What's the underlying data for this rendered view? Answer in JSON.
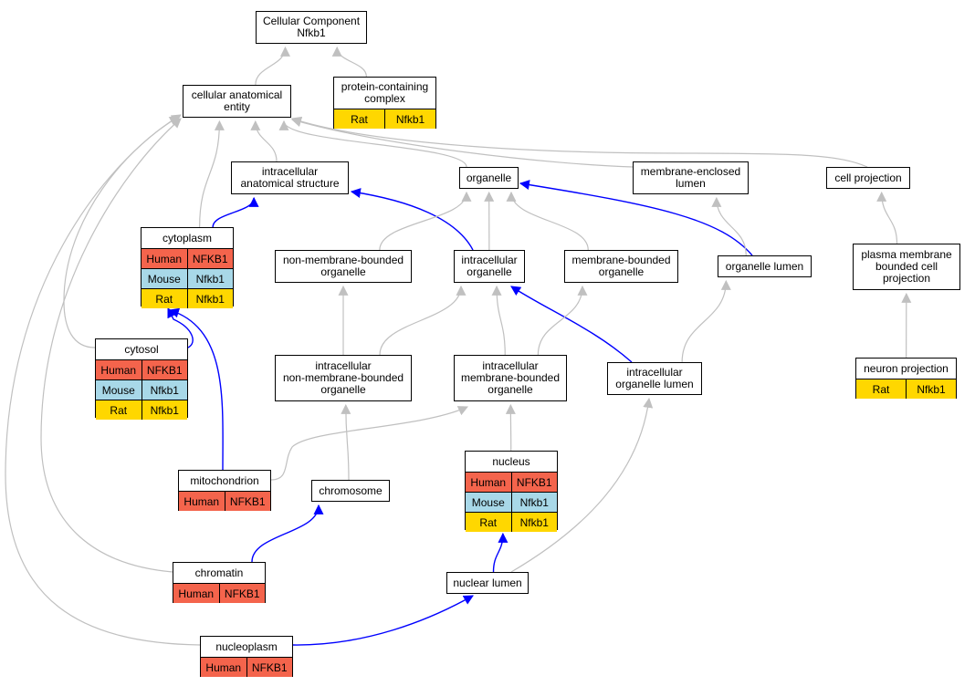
{
  "colors": {
    "Human": "#f4644c",
    "Mouse": "#a8d8e8",
    "Rat": "#ffd700",
    "edge_default": "#c0c0c0",
    "edge_highlight": "#0000ff"
  },
  "nodes": {
    "root": {
      "title": "Cellular Component\nNfkb1",
      "rows": []
    },
    "cellular_anatomical_entity": {
      "title": "cellular anatomical\nentity",
      "rows": []
    },
    "protein_containing_complex": {
      "title": "protein-containing\ncomplex",
      "rows": [
        {
          "species": "Rat",
          "gene": "Nfkb1"
        }
      ]
    },
    "intracellular_anatomical_structure": {
      "title": "intracellular\nanatomical structure",
      "rows": []
    },
    "organelle": {
      "title": "organelle",
      "rows": []
    },
    "membrane_enclosed_lumen": {
      "title": "membrane-enclosed\nlumen",
      "rows": []
    },
    "cell_projection": {
      "title": "cell projection",
      "rows": []
    },
    "cytoplasm": {
      "title": "cytoplasm",
      "rows": [
        {
          "species": "Human",
          "gene": "NFKB1"
        },
        {
          "species": "Mouse",
          "gene": "Nfkb1"
        },
        {
          "species": "Rat",
          "gene": "Nfkb1"
        }
      ]
    },
    "non_membrane_bounded_organelle": {
      "title": "non-membrane-bounded\norganelle",
      "rows": []
    },
    "intracellular_organelle": {
      "title": "intracellular\norganelle",
      "rows": []
    },
    "membrane_bounded_organelle": {
      "title": "membrane-bounded\norganelle",
      "rows": []
    },
    "organelle_lumen": {
      "title": "organelle lumen",
      "rows": []
    },
    "plasma_membrane_bounded_cell_projection": {
      "title": "plasma membrane\nbounded cell\nprojection",
      "rows": []
    },
    "cytosol": {
      "title": "cytosol",
      "rows": [
        {
          "species": "Human",
          "gene": "NFKB1"
        },
        {
          "species": "Mouse",
          "gene": "Nfkb1"
        },
        {
          "species": "Rat",
          "gene": "Nfkb1"
        }
      ]
    },
    "intracellular_non_membrane_bounded_organelle": {
      "title": "intracellular\nnon-membrane-bounded\norganelle",
      "rows": []
    },
    "intracellular_membrane_bounded_organelle": {
      "title": "intracellular\nmembrane-bounded\norganelle",
      "rows": []
    },
    "intracellular_organelle_lumen": {
      "title": "intracellular\norganelle lumen",
      "rows": []
    },
    "neuron_projection": {
      "title": "neuron projection",
      "rows": [
        {
          "species": "Rat",
          "gene": "Nfkb1"
        }
      ]
    },
    "mitochondrion": {
      "title": "mitochondrion",
      "rows": [
        {
          "species": "Human",
          "gene": "NFKB1"
        }
      ]
    },
    "chromosome": {
      "title": "chromosome",
      "rows": []
    },
    "nucleus": {
      "title": "nucleus",
      "rows": [
        {
          "species": "Human",
          "gene": "NFKB1"
        },
        {
          "species": "Mouse",
          "gene": "Nfkb1"
        },
        {
          "species": "Rat",
          "gene": "Nfkb1"
        }
      ]
    },
    "chromatin": {
      "title": "chromatin",
      "rows": [
        {
          "species": "Human",
          "gene": "NFKB1"
        }
      ]
    },
    "nuclear_lumen": {
      "title": "nuclear lumen",
      "rows": []
    },
    "nucleoplasm": {
      "title": "nucleoplasm",
      "rows": [
        {
          "species": "Human",
          "gene": "NFKB1"
        }
      ]
    }
  },
  "edges": [
    {
      "from": "cellular_anatomical_entity",
      "to": "root",
      "highlight": false
    },
    {
      "from": "protein_containing_complex",
      "to": "root",
      "highlight": false
    },
    {
      "from": "intracellular_anatomical_structure",
      "to": "cellular_anatomical_entity",
      "highlight": false
    },
    {
      "from": "organelle",
      "to": "cellular_anatomical_entity",
      "highlight": false
    },
    {
      "from": "membrane_enclosed_lumen",
      "to": "cellular_anatomical_entity",
      "highlight": false
    },
    {
      "from": "cell_projection",
      "to": "cellular_anatomical_entity",
      "highlight": false
    },
    {
      "from": "cytoplasm",
      "to": "cellular_anatomical_entity",
      "highlight": false
    },
    {
      "from": "cytosol",
      "to": "cellular_anatomical_entity",
      "highlight": false
    },
    {
      "from": "chromatin",
      "to": "cellular_anatomical_entity",
      "highlight": false
    },
    {
      "from": "nucleoplasm",
      "to": "cellular_anatomical_entity",
      "highlight": false
    },
    {
      "from": "cytoplasm",
      "to": "intracellular_anatomical_structure",
      "highlight": true
    },
    {
      "from": "intracellular_organelle",
      "to": "intracellular_anatomical_structure",
      "highlight": true
    },
    {
      "from": "non_membrane_bounded_organelle",
      "to": "organelle",
      "highlight": false
    },
    {
      "from": "intracellular_organelle",
      "to": "organelle",
      "highlight": false
    },
    {
      "from": "membrane_bounded_organelle",
      "to": "organelle",
      "highlight": false
    },
    {
      "from": "organelle_lumen",
      "to": "organelle",
      "highlight": true
    },
    {
      "from": "organelle_lumen",
      "to": "membrane_enclosed_lumen",
      "highlight": false
    },
    {
      "from": "plasma_membrane_bounded_cell_projection",
      "to": "cell_projection",
      "highlight": false
    },
    {
      "from": "neuron_projection",
      "to": "plasma_membrane_bounded_cell_projection",
      "highlight": false
    },
    {
      "from": "cytosol",
      "to": "cytoplasm",
      "highlight": true
    },
    {
      "from": "mitochondrion",
      "to": "cytoplasm",
      "highlight": true
    },
    {
      "from": "intracellular_non_membrane_bounded_organelle",
      "to": "non_membrane_bounded_organelle",
      "highlight": false
    },
    {
      "from": "intracellular_non_membrane_bounded_organelle",
      "to": "intracellular_organelle",
      "highlight": false
    },
    {
      "from": "intracellular_membrane_bounded_organelle",
      "to": "intracellular_organelle",
      "highlight": false
    },
    {
      "from": "intracellular_organelle_lumen",
      "to": "intracellular_organelle",
      "highlight": true
    },
    {
      "from": "intracellular_membrane_bounded_organelle",
      "to": "membrane_bounded_organelle",
      "highlight": false
    },
    {
      "from": "intracellular_organelle_lumen",
      "to": "organelle_lumen",
      "highlight": false
    },
    {
      "from": "chromosome",
      "to": "intracellular_non_membrane_bounded_organelle",
      "highlight": false
    },
    {
      "from": "mitochondrion",
      "to": "intracellular_membrane_bounded_organelle",
      "highlight": false
    },
    {
      "from": "nucleus",
      "to": "intracellular_membrane_bounded_organelle",
      "highlight": false
    },
    {
      "from": "nuclear_lumen",
      "to": "intracellular_organelle_lumen",
      "highlight": false
    },
    {
      "from": "chromatin",
      "to": "chromosome",
      "highlight": true
    },
    {
      "from": "nuclear_lumen",
      "to": "nucleus",
      "highlight": true
    },
    {
      "from": "nucleoplasm",
      "to": "nuclear_lumen",
      "highlight": true
    }
  ]
}
